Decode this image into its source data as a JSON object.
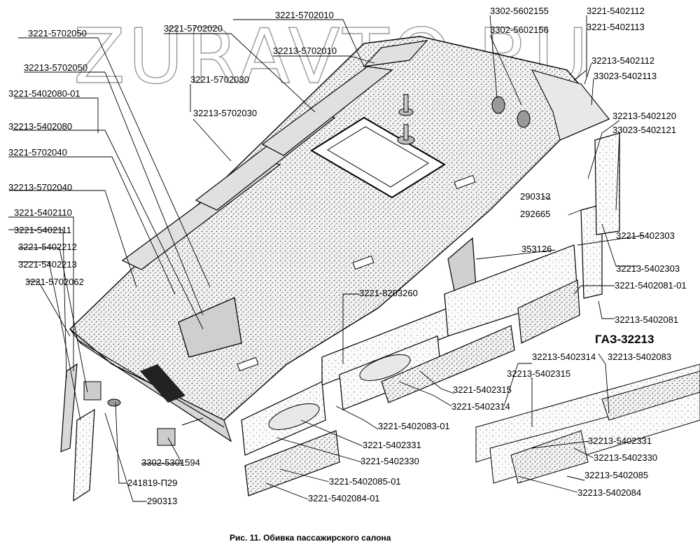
{
  "watermark": "ZURAVTO.RU",
  "caption": "Рис. 11. Обивка пассажирского салона",
  "variant_title": "ГАЗ-32213",
  "labels": [
    "3221-5702010",
    "32213-5702010",
    "3302-5602155",
    "3302-5602156",
    "3221-5402112",
    "3221-5402113",
    "32213-5402112",
    "33023-5402113",
    "3221-5702050",
    "3221-5702020",
    "32213-5702050",
    "3221-5702030",
    "3221-5402080-01",
    "32213-5702030",
    "32213-5402080",
    "32213-5402120",
    "33023-5402121",
    "3221-5702040",
    "32213-5702040",
    "290313",
    "292665",
    "3221-5402110",
    "3221-5402111",
    "3221-5402303",
    "353126",
    "3221-5402212",
    "3221-5402213",
    "32213-5402303",
    "3221-5702062",
    "3221-5402081-01",
    "3221-8203260",
    "32213-5402081",
    "32213-5402314",
    "32213-5402083",
    "32213-5402315",
    "3221-5402315",
    "3221-5402314",
    "3221-5402083-01",
    "3221-5402331",
    "3221-5402330",
    "32213-5402331",
    "32213-5402330",
    "3302-5301594",
    "32213-5402085",
    "241819-П29",
    "3221-5402085-01",
    "32213-5402084",
    "290313",
    "3221-5402084-01"
  ]
}
